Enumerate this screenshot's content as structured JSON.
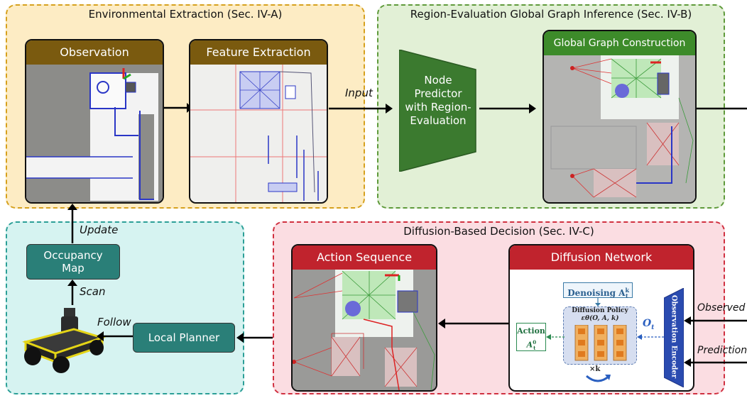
{
  "panels": {
    "env": {
      "title": "Environmental Extraction (Sec. IV-A)"
    },
    "region": {
      "title": "Region-Evaluation Global Graph Inference (Sec. IV-B)"
    },
    "diffusion": {
      "title": "Diffusion-Based Decision (Sec. IV-C)"
    }
  },
  "cards": {
    "observation": "Observation",
    "feature_extraction": "Feature Extraction",
    "global_graph": "Global Graph Construction",
    "action_sequence": "Action Sequence",
    "diffusion_network": "Diffusion Network"
  },
  "boxes": {
    "node_predictor": "Node Predictor with Region-Evaluation",
    "occupancy_map": "Occupancy Map",
    "local_planner": "Local Planner"
  },
  "labels": {
    "input": "Input",
    "update": "Update",
    "scan": "Scan",
    "follow": "Follow",
    "observed": "Observed",
    "predictions": "Predictions"
  },
  "diffusion": {
    "denoising": "Denoising A",
    "denoising_sup": "k",
    "denoising_sub": "t",
    "policy_title": "Diffusion Policy",
    "policy_formula": "εθ(O, A, k)",
    "action": "Action",
    "action_symbol": "A",
    "action_sup": "0",
    "action_sub": "t",
    "ot": "O",
    "ot_sub": "t",
    "xk": "×k",
    "encoder": "Observation Encoder"
  },
  "colors": {
    "env_bg": "#fdecc4",
    "env_border": "#d6a11e",
    "region_bg": "#e2f0d6",
    "region_border": "#5f9a3b",
    "diff_bg": "#fbdde2",
    "diff_border": "#d03040",
    "left_bg": "#d6f3f1",
    "left_border": "#2c9f97",
    "brown": "#7a5a0f",
    "green": "#3d8b2a",
    "red": "#c0232d",
    "teal": "#2a7f78",
    "dark_green": "#3a7a32"
  }
}
